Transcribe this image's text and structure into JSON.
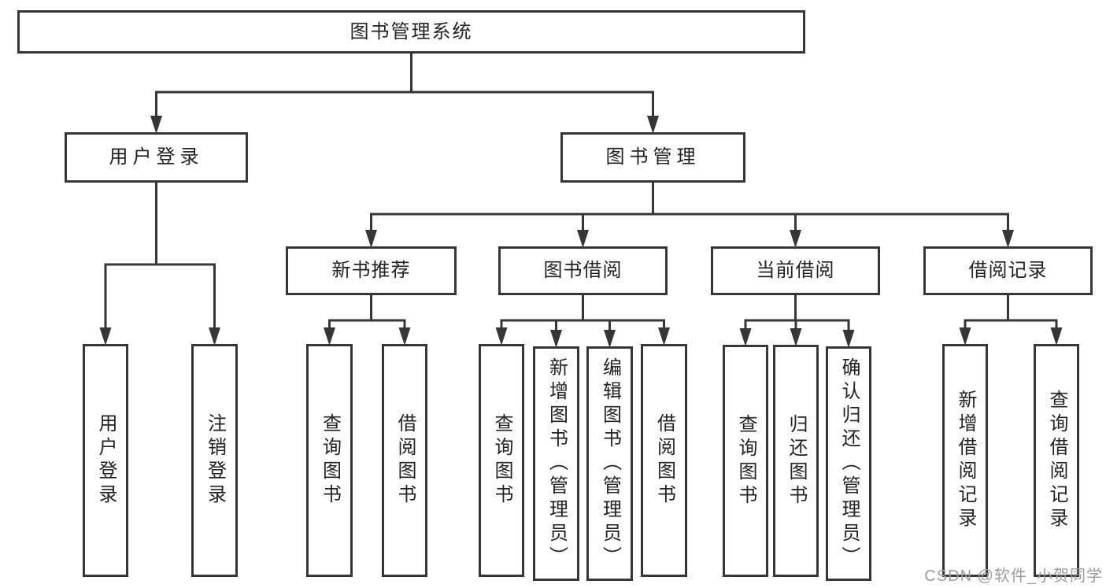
{
  "diagram": {
    "title": "图书管理系统",
    "tree": {
      "id": "system",
      "label": "图书管理系统",
      "children": [
        {
          "id": "user-login",
          "label": "用户登录",
          "children": [
            {
              "id": "login-user-login",
              "label": "用户登录"
            },
            {
              "id": "login-logout",
              "label": "注销登录"
            }
          ]
        },
        {
          "id": "book-mgmt",
          "label": "图书管理",
          "children": [
            {
              "id": "new-book-rec",
              "label": "新书推荐",
              "children": [
                {
                  "id": "rec-query-books",
                  "label": "查询图书"
                },
                {
                  "id": "rec-borrow-books",
                  "label": "借阅图书"
                }
              ]
            },
            {
              "id": "book-borrow",
              "label": "图书借阅",
              "children": [
                {
                  "id": "borrow-query-books",
                  "label": "查询图书"
                },
                {
                  "id": "borrow-add-books-admin",
                  "label": "新增图书（管理员）"
                },
                {
                  "id": "borrow-edit-books-admin",
                  "label": "编辑图书（管理员）"
                },
                {
                  "id": "borrow-borrow-books",
                  "label": "借阅图书"
                }
              ]
            },
            {
              "id": "current-borrow",
              "label": "当前借阅",
              "children": [
                {
                  "id": "current-query-books",
                  "label": "查询图书"
                },
                {
                  "id": "current-return-books",
                  "label": "归还图书"
                },
                {
                  "id": "current-confirm-return-admin",
                  "label": "确认归还（管理员）"
                }
              ]
            },
            {
              "id": "borrow-records",
              "label": "借阅记录",
              "children": [
                {
                  "id": "records-add-record",
                  "label": "新增借阅记录"
                },
                {
                  "id": "records-query-record",
                  "label": "查询借阅记录"
                }
              ]
            }
          ]
        }
      ]
    }
  },
  "watermark": {
    "text": "CSDN @软件_小贺同学"
  },
  "colors": {
    "line": "#363636",
    "text": "#222222",
    "watermark": "#9b9ba1",
    "background": "#ffffff"
  }
}
